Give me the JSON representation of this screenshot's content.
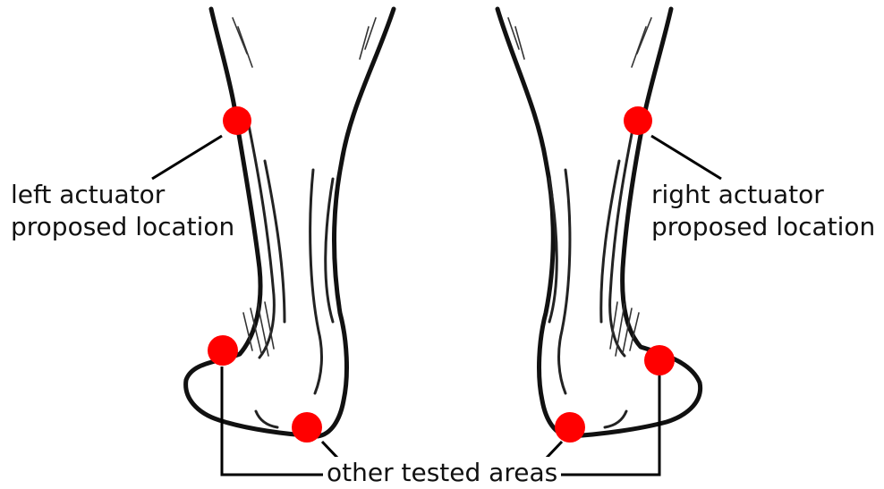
{
  "labels": {
    "left_actuator_line1": "left actuator",
    "left_actuator_line2": "proposed location",
    "right_actuator_line1": "right actuator",
    "right_actuator_line2": "proposed location",
    "other_tested_areas": "other tested areas"
  },
  "colors": {
    "marker": "#ff0000",
    "ink": "#111111",
    "background": "#ffffff"
  }
}
